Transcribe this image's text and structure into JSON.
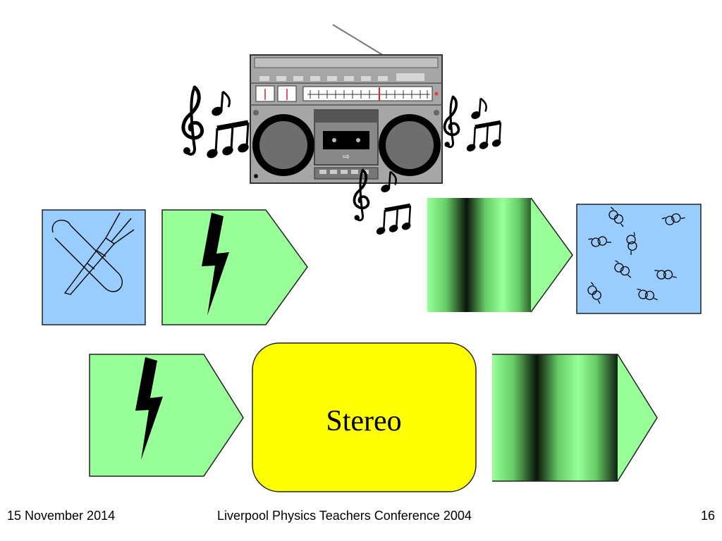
{
  "center_box": {
    "label": "Stereo"
  },
  "footer": {
    "date": "15 November 2014",
    "conference": "Liverpool Physics Teachers Conference 2004",
    "page": "16"
  },
  "colors": {
    "box_blue": "#99ccff",
    "arrow_green": "#99ff99",
    "stereo_yellow": "#ffff00",
    "boombox_body": "#a6a6a6",
    "speaker_grey": "#6e6e6e"
  },
  "icons": [
    "boombox-icon",
    "music-notes-icon",
    "lightning-bolt-icon",
    "microphone-icon",
    "sound-wave-icon",
    "air-molecules-icon"
  ]
}
